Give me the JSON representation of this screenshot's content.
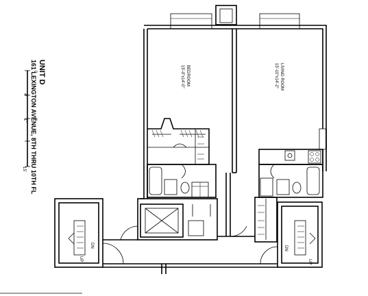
{
  "unit": "UNIT D",
  "address": "161 LEXINGTON AVENUE, 8TH THRU 10TH FL",
  "rooms": {
    "bedroom": {
      "name": "BEDROOM",
      "dims": "15'-0\"x14'-0\""
    },
    "living_room": {
      "name": "LIVING ROOM",
      "dims": "15'-10\"x14'-2\""
    }
  },
  "scale": {
    "ticks": [
      "0",
      "4'",
      "8'",
      "1\"",
      "15'"
    ]
  },
  "stairs": {
    "left": {
      "up": "UP",
      "dn": "DN"
    },
    "right": {
      "up": "UP",
      "dn": "DN"
    }
  }
}
